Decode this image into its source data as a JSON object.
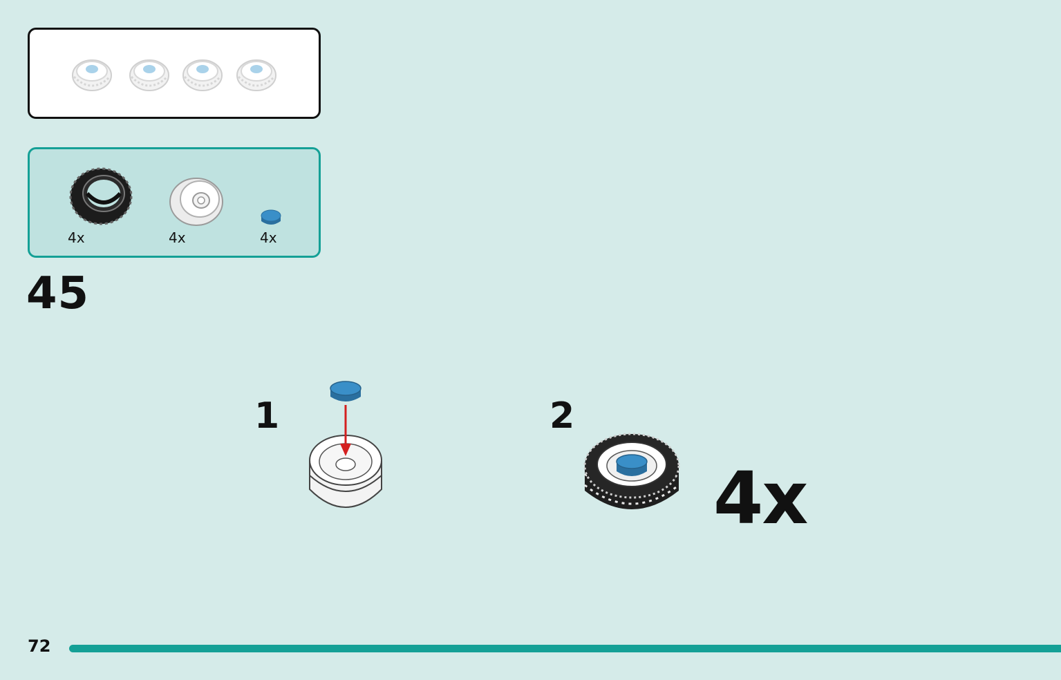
{
  "step": {
    "number": "45"
  },
  "parts": [
    {
      "name": "tire-black",
      "qty": "4x"
    },
    {
      "name": "rim-white",
      "qty": "4x"
    },
    {
      "name": "round-tile-blue",
      "qty": "4x"
    }
  ],
  "substeps": [
    {
      "number": "1"
    },
    {
      "number": "2",
      "multiplier": "4x"
    }
  ],
  "page": {
    "number": "72"
  },
  "colors": {
    "background": "#d5ebe9",
    "accent": "#14a096",
    "parts_fill": "#bfe2e0",
    "blue_tile": "#3a8fc8",
    "arrow": "#d42020"
  }
}
